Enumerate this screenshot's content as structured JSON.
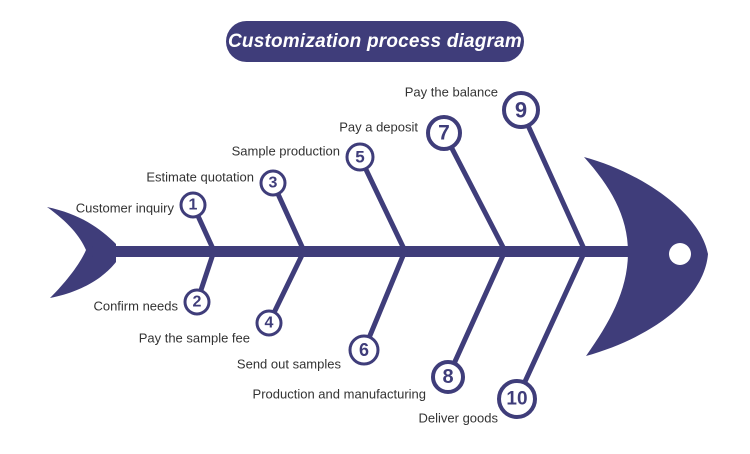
{
  "title": "Customization process diagram",
  "colors": {
    "primary": "#3f3d7a",
    "background": "#ffffff",
    "text": "#333333"
  },
  "steps": [
    {
      "number": "1",
      "label": "Customer inquiry"
    },
    {
      "number": "2",
      "label": "Confirm needs"
    },
    {
      "number": "3",
      "label": "Estimate quotation"
    },
    {
      "number": "4",
      "label": "Pay the sample fee"
    },
    {
      "number": "5",
      "label": "Sample production"
    },
    {
      "number": "6",
      "label": "Send out samples"
    },
    {
      "number": "7",
      "label": "Pay a deposit"
    },
    {
      "number": "8",
      "label": "Production and manufacturing"
    },
    {
      "number": "9",
      "label": "Pay the balance"
    },
    {
      "number": "10",
      "label": "Deliver goods"
    }
  ]
}
